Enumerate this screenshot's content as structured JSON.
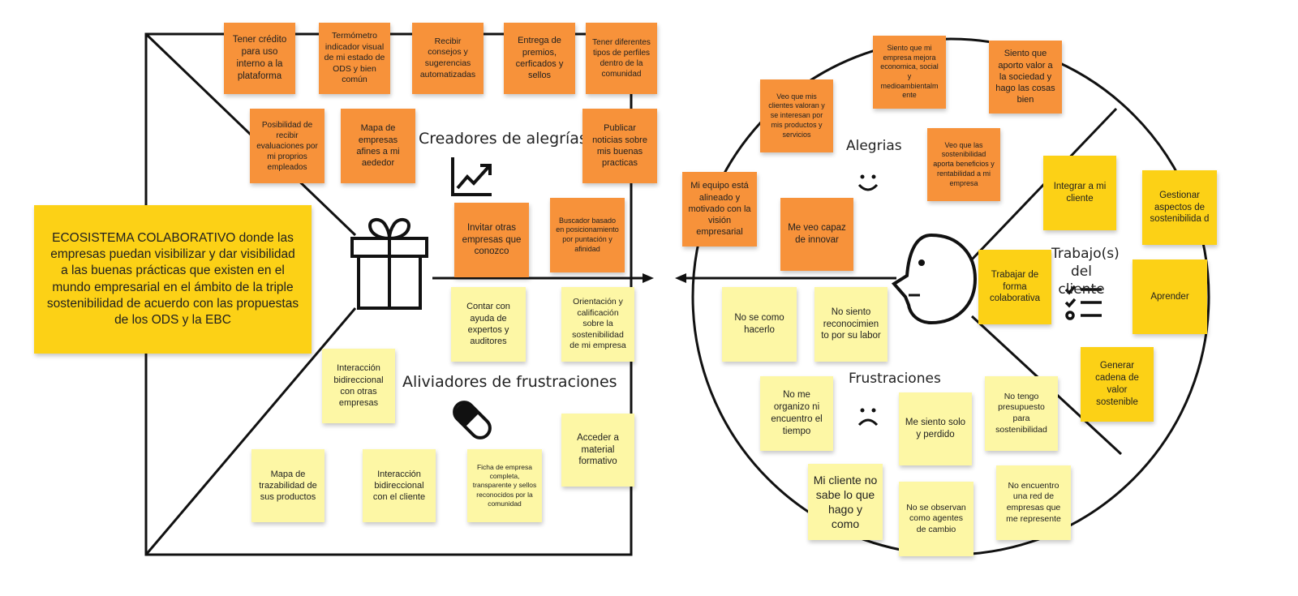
{
  "colors": {
    "orange": "#f7923a",
    "light_yellow": "#fdf7a5",
    "gold": "#fcd116",
    "line": "#111111"
  },
  "main_note": "ECOSISTEMA COLABORATIVO donde las empresas puedan visibilizar y dar visibilidad a las buenas prácticas que existen en el mundo empresarial en el ámbito de la triple sostenibilidad de acuerdo con las propuestas de los ODS y la EBC",
  "value_map": {
    "gain_creators_label": "Creadores de alegrías",
    "pain_relievers_label": "Aliviadores de frustraciones",
    "gain_creators": [
      "Tener crédito para uso interno a la plataforma",
      "Termómetro indicador visual de mi estado de ODS y bien común",
      "Recibir consejos y sugerencias automatizadas",
      "Entrega de premios, cerficados y sellos",
      "Tener diferentes tipos de perfiles dentro de la comunidad",
      "Posibilidad de recibir evaluaciones por mi proprios empleados",
      "Mapa de empresas afines a mi aededor",
      "Publicar noticias sobre mis buenas practicas",
      "Invitar otras empresas que conozco",
      "Buscador basado en posicionamiento por puntación y afinidad"
    ],
    "pain_relievers": [
      "Contar con ayuda de expertos y auditores",
      "Orientación y calificación sobre la sostenibilidad de mi empresa",
      "Interacción bidireccional con otras empresas",
      "Acceder a material formativo",
      "Mapa de trazabilidad de sus productos",
      "Interacción bidireccional con el cliente",
      "Ficha de empresa completa, transparente y sellos reconocidos por la comunidad"
    ]
  },
  "customer_profile": {
    "gains_label": "Alegrias",
    "pains_label": "Frustraciones",
    "jobs_label": "Trabajo(s) del cliente",
    "gains": [
      "Siento que mi empresa mejora economica, social y medioambientalm ente",
      "Siento que aporto valor a la sociedad y hago las cosas bien",
      "Veo que mis clientes valoran y se interesan por mis productos y servicios",
      "Veo que las sostenibilidad aporta beneficios y rentabilidad a mi empresa",
      "Mi equipo está alineado y motivado con la visión empresarial",
      "Me veo capaz de innovar"
    ],
    "pains": [
      "No se como hacerlo",
      "No siento reconocimien to por su labor",
      "No me organizo ni encuentro el tiempo",
      "Me siento solo y perdido",
      "No tengo presupuesto para sostenibilidad",
      "Mi cliente no sabe lo que hago y como",
      "No se observan como agentes de cambio",
      "No encuentro una red de empresas que me represente"
    ],
    "jobs": [
      "Integrar a mi cliente",
      "Gestionar aspectos de sostenibilida d",
      "Trabajar de forma colaborativa",
      "Aprender",
      "Generar cadena de valor sostenible"
    ]
  },
  "icons": {
    "gift": "gift-icon",
    "growth": "growth-chart-icon",
    "pill": "pill-icon",
    "smile": "smile-icon",
    "frown": "frown-icon",
    "face": "customer-face-icon",
    "checklist": "checklist-icon"
  }
}
